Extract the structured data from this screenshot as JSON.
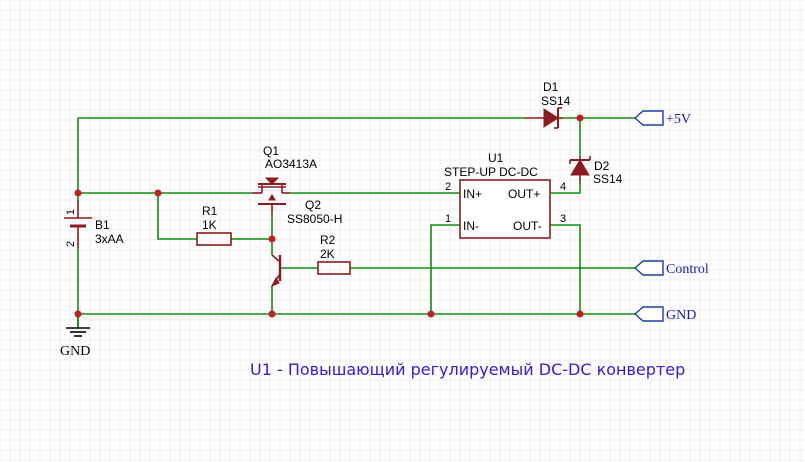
{
  "components": {
    "b1": {
      "ref": "B1",
      "value": "3xAA",
      "pin1": "1",
      "pin2": "2"
    },
    "q1": {
      "ref": "Q1",
      "value": "AO3413A"
    },
    "q2": {
      "ref": "Q2",
      "value": "SS8050-H"
    },
    "r1": {
      "ref": "R1",
      "value": "1K"
    },
    "r2": {
      "ref": "R2",
      "value": "2K"
    },
    "d1": {
      "ref": "D1",
      "value": "SS14"
    },
    "d2": {
      "ref": "D2",
      "value": "SS14"
    },
    "u1": {
      "ref": "U1",
      "value": "STEP-UP DC-DC",
      "pins": [
        {
          "num": "2",
          "label": "IN+"
        },
        {
          "num": "1",
          "label": "IN-"
        },
        {
          "num": "4",
          "label": "OUT+"
        },
        {
          "num": "3",
          "label": "OUT-"
        }
      ]
    }
  },
  "net_ports": {
    "plus5v": "+5V",
    "control": "Control",
    "gnd": "GND"
  },
  "gnd_symbol_label": "GND",
  "note": "U1 - Повышающий регулируемый DC-DC конвертер",
  "colors": {
    "wire": "#0d8f0d",
    "component": "#8b1c1c",
    "junction": "#c41e1e",
    "port": "#1a3eb0",
    "note": "#3a1ad0"
  }
}
